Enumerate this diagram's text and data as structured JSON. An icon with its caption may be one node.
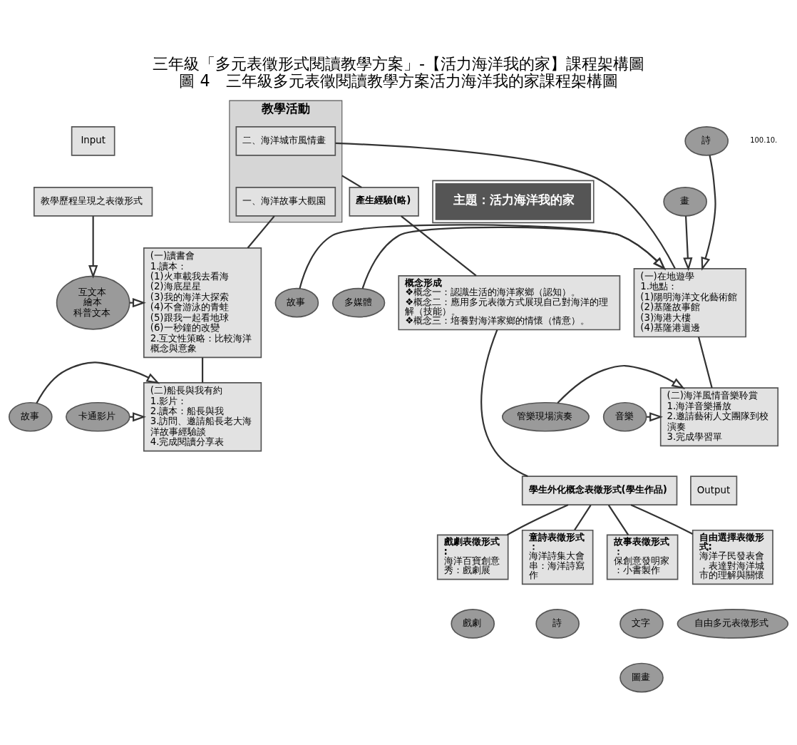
{
  "diagram": {
    "title": "三年級「多元表徵形式閱讀教學方案」-【活力海洋我的家】課程架構圖",
    "caption": "圖 4　三年級多元表徵閱讀教學方案活力海洋我的家課程架構圖",
    "nodes": [
      {
        "text": [
          "Input"
        ]
      },
      {
        "text": [
          "教學歷程呈現之表徵形式"
        ]
      },
      {
        "text": [
          "教學活動"
        ]
      },
      {
        "text": [
          "一、海洋故事大觀園"
        ],
        "in": 2
      },
      {
        "text": [
          "二、海洋城市風情畫"
        ],
        "in": 2
      },
      {
        "text": [
          "互文本",
          "繪本",
          "科普文本"
        ]
      },
      {
        "text": [
          "(一)讀書會",
          "1.讀本：",
          "(1)火車載我去看海",
          "(2)海底星星",
          "(3)我的海洋大探索",
          "(4)不會游泳的青蛙",
          "(5)跟我一起看地球",
          "(6)一秒鐘的改變",
          "2.互文性策略：比較海洋概念與意象"
        ]
      },
      {
        "text": [
          "卡通影片"
        ]
      },
      {
        "text": [
          "故事"
        ]
      },
      {
        "text": [
          "(二)船長與我有約",
          "1.影片：",
          "2.讀本：船長與我",
          "3.訪問、邀請船長老大海洋故事經驗談",
          "4.完成閱讀分享表"
        ]
      },
      {
        "text": [
          "(一)在地遊學",
          "1.地點：",
          "(1)陽明海洋文化藝術館",
          "(2)基隆故事館",
          "(3)海港大樓",
          "(4)基隆港週邊"
        ]
      },
      {
        "text": [
          "(二)海洋風情音樂聆賞",
          "1.海洋音樂播放",
          "2.邀請藝術人文團隊到校演奏",
          "3.完成學習單"
        ]
      },
      {
        "text": [
          "多媒體"
        ]
      },
      {
        "text": [
          "故事"
        ]
      },
      {
        "text": [
          "詩"
        ]
      },
      {
        "text": [
          "畫"
        ]
      },
      {
        "text": [
          "音樂"
        ]
      },
      {
        "text": [
          "管樂現場演奏"
        ]
      },
      {
        "text": [
          "產生經驗(略)"
        ]
      },
      {
        "text": [
          "主題：活力海洋我的家"
        ]
      },
      {
        "text": [
          "概念形成",
          "❖概念一：認識生活的海洋家鄉（認知）。",
          "❖概念二：應用多元表徵方式展現自己對海洋的理解（技能）。",
          "❖概念三：培養對海洋家鄉的情懷（情意）。"
        ]
      },
      {
        "text": [
          "Output"
        ]
      },
      {
        "text": [
          "學生外化概念表徵形式(學生作品)"
        ]
      },
      {
        "text": [
          "戲劇表徵形式:",
          "海洋百寶創意秀：戲劇展"
        ]
      },
      {
        "text": [
          "童詩表徵形式：",
          "海洋詩集大會串：海洋詩寫作"
        ]
      },
      {
        "text": [
          "故事表徵形式：",
          "保創意發明家：小書製作"
        ]
      },
      {
        "text": [
          "自由選擇表徵形式:",
          "海洋子民發表會，表達對海洋城市的理解與關懷"
        ]
      },
      {
        "text": [
          "戲劇"
        ]
      },
      {
        "text": [
          "詩"
        ]
      },
      {
        "text": [
          "文字"
        ]
      },
      {
        "text": [
          "圖畫"
        ]
      },
      {
        "text": [
          "自由多元表徵形式"
        ]
      }
    ],
    "edges": [
      {
        "from": 1,
        "to": 5,
        "arrow": "to"
      },
      {
        "from": 5,
        "to": 6,
        "arrow": "to"
      },
      {
        "from": 3,
        "to": 6,
        "arrow": "none"
      },
      {
        "from": 6,
        "to": 9,
        "arrow": "none"
      },
      {
        "from": 7,
        "to": 9,
        "arrow": "to"
      },
      {
        "from": 8,
        "to": 9,
        "arrow": "to"
      },
      {
        "from": 4,
        "to": 10,
        "arrow": "none"
      },
      {
        "from": 10,
        "to": 11,
        "arrow": "none"
      },
      {
        "from": 12,
        "to": 10,
        "arrow": "to"
      },
      {
        "from": 13,
        "to": 10,
        "arrow": "to"
      },
      {
        "from": 14,
        "to": 10,
        "arrow": "to"
      },
      {
        "from": 15,
        "to": 10,
        "arrow": "to"
      },
      {
        "from": 16,
        "to": 11,
        "arrow": "to"
      },
      {
        "from": 17,
        "to": 11,
        "arrow": "to"
      },
      {
        "from": 2,
        "to": 18,
        "arrow": "none"
      },
      {
        "from": 18,
        "to": 20,
        "arrow": "none"
      },
      {
        "from": 20,
        "to": 22,
        "arrow": "none"
      },
      {
        "from": 22,
        "to": 23,
        "arrow": "none"
      },
      {
        "from": 22,
        "to": 24,
        "arrow": "none"
      },
      {
        "from": 22,
        "to": 25,
        "arrow": "none"
      },
      {
        "from": 22,
        "to": 26,
        "arrow": "none"
      }
    ],
    "labels": [
      "100.10."
    ]
  }
}
